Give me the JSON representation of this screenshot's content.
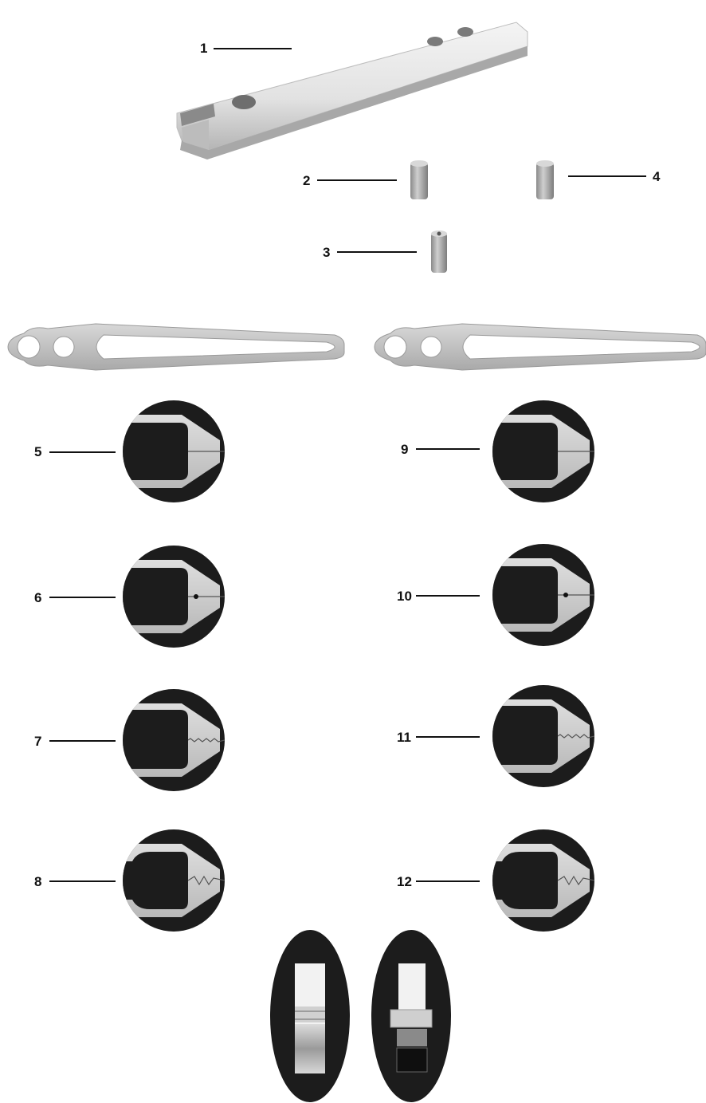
{
  "callouts": [
    {
      "id": "1",
      "label": "1",
      "part": "bar-with-holes"
    },
    {
      "id": "2",
      "label": "2",
      "part": "short-pin"
    },
    {
      "id": "3",
      "label": "3",
      "part": "hollow-pin"
    },
    {
      "id": "4",
      "label": "4",
      "part": "short-pin"
    },
    {
      "id": "5",
      "label": "5",
      "part": "jaw-detail-plain"
    },
    {
      "id": "6",
      "label": "6",
      "part": "jaw-detail-dot"
    },
    {
      "id": "7",
      "label": "7",
      "part": "jaw-detail-serrated"
    },
    {
      "id": "8",
      "label": "8",
      "part": "jaw-detail-zigzag"
    },
    {
      "id": "9",
      "label": "9",
      "part": "jaw-detail-plain"
    },
    {
      "id": "10",
      "label": "10",
      "part": "jaw-detail-dot"
    },
    {
      "id": "11",
      "label": "11",
      "part": "jaw-detail-serrated"
    },
    {
      "id": "12",
      "label": "12",
      "part": "jaw-detail-zigzag"
    }
  ],
  "colors": {
    "metal_light": "#e6e6e6",
    "metal_mid": "#c9c9c9",
    "metal_dark": "#8f8f8f",
    "detail_bg": "#1c1c1c",
    "line": "#111111"
  }
}
